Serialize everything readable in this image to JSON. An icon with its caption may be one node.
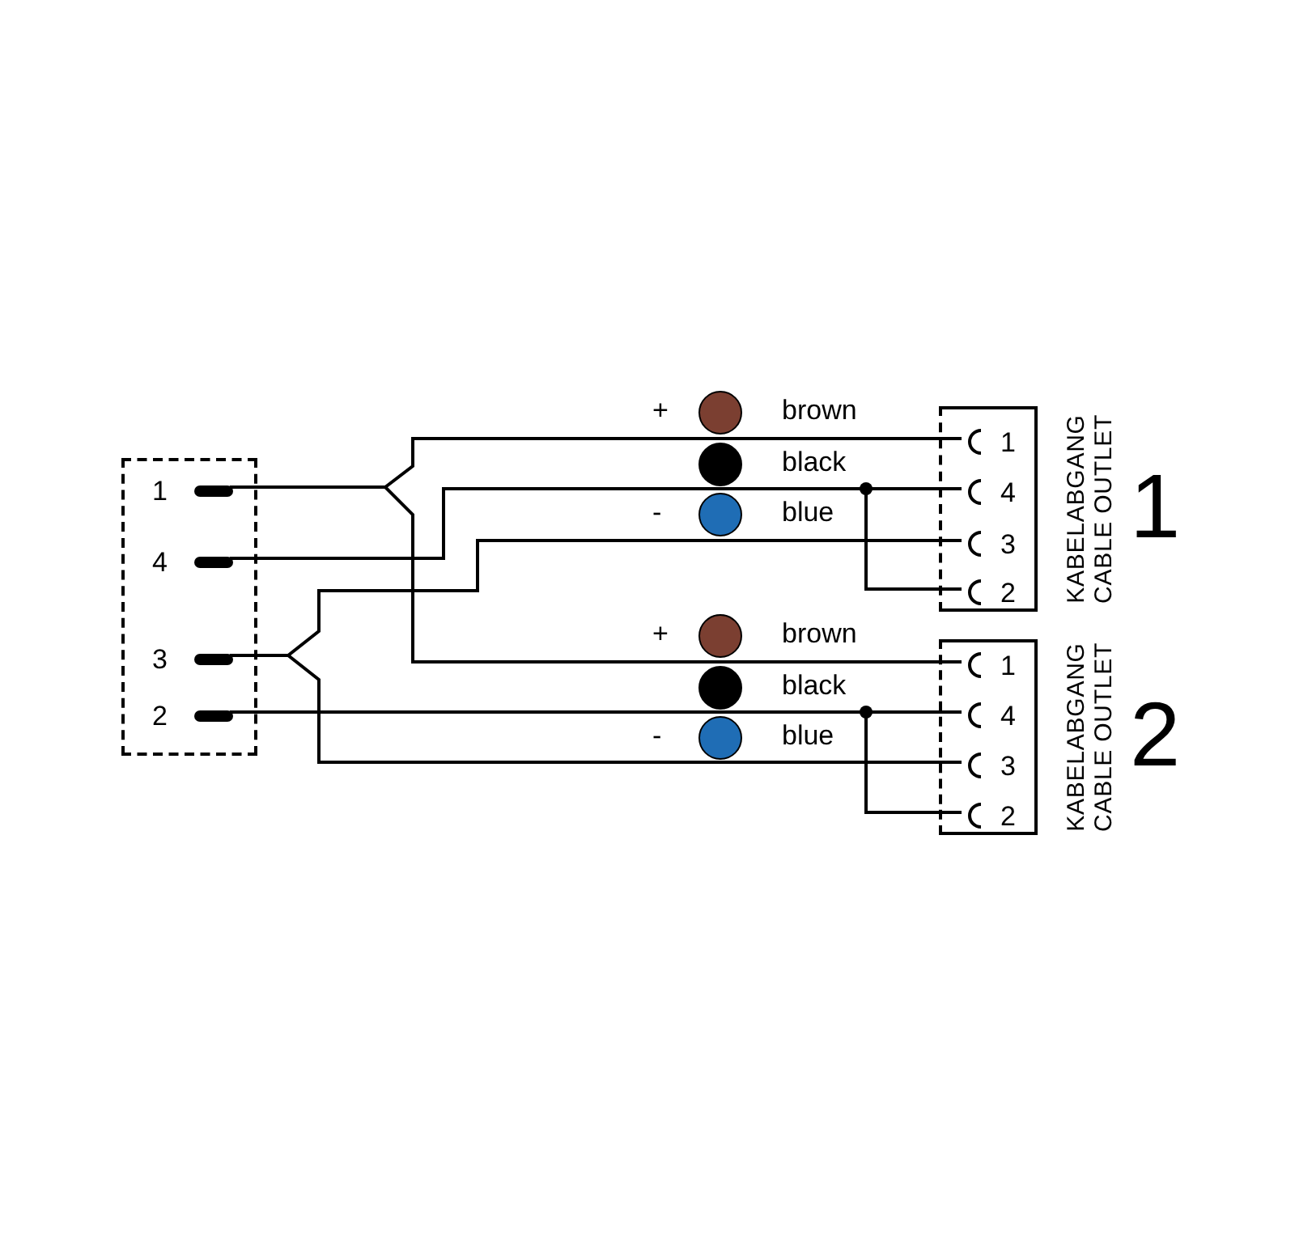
{
  "diagram": {
    "nodes": [
      {
        "text": [],
        "shape": "box"
      },
      {
        "text": [
          "1"
        ],
        "in": 0
      },
      {
        "text": [
          "4"
        ],
        "in": 0
      },
      {
        "text": [
          "3"
        ],
        "in": 0
      },
      {
        "text": [
          "2"
        ],
        "in": 0
      },
      {
        "text": [],
        "shape": "box",
        "beside": [
          "KABELABGANG",
          "CABLE OUTLET",
          "1"
        ]
      },
      {
        "text": [
          "1"
        ],
        "in": 5
      },
      {
        "text": [
          "4"
        ],
        "in": 5
      },
      {
        "text": [
          "3"
        ],
        "in": 5
      },
      {
        "text": [
          "2"
        ],
        "in": 5
      },
      {
        "text": [],
        "shape": "box",
        "beside": [
          "KABELABGANG",
          "CABLE OUTLET",
          "2"
        ]
      },
      {
        "text": [
          "1"
        ],
        "in": 10
      },
      {
        "text": [
          "4"
        ],
        "in": 10
      },
      {
        "text": [
          "3"
        ],
        "in": 10
      },
      {
        "text": [
          "2"
        ],
        "in": 10
      }
    ],
    "edges": [
      {
        "from": 1,
        "to": 6,
        "arrow": "none"
      },
      {
        "from": 1,
        "to": 11,
        "arrow": "none"
      },
      {
        "from": 2,
        "to": 7,
        "arrow": "none"
      },
      {
        "from": 2,
        "to": 9,
        "arrow": "none"
      },
      {
        "from": 3,
        "to": 8,
        "arrow": "none"
      },
      {
        "from": 3,
        "to": 13,
        "arrow": "none"
      },
      {
        "from": 4,
        "to": 12,
        "arrow": "none"
      },
      {
        "from": 4,
        "to": 14,
        "arrow": "none"
      }
    ],
    "labels": [
      "+",
      "-",
      "+",
      "-"
    ],
    "legend": [
      {
        "text": "brown",
        "color": "#7b3f31"
      },
      {
        "text": "black",
        "color": "#000000"
      },
      {
        "text": "blue",
        "color": "#1f6db5"
      },
      {
        "text": "brown",
        "color": "#7b3f31"
      },
      {
        "text": "black",
        "color": "#000000"
      },
      {
        "text": "blue",
        "color": "#1f6db5"
      }
    ]
  }
}
